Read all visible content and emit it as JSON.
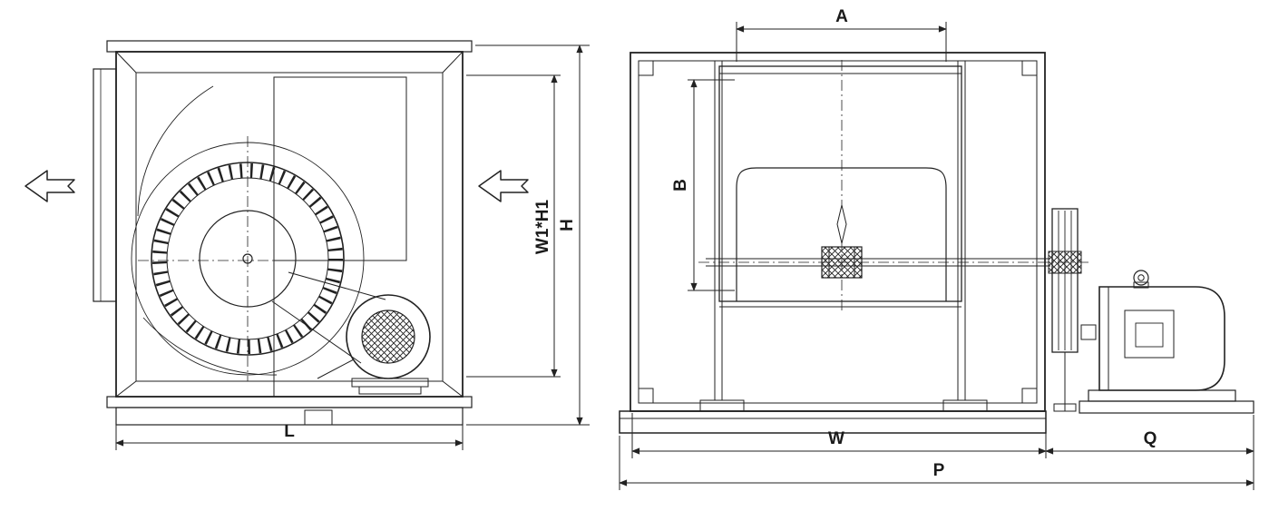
{
  "drawing": {
    "kind": "fan-cabinet-dimension-drawing",
    "views": {
      "left": {
        "dims": {
          "L": "L",
          "H": "H",
          "W1H1": "W1*H1"
        }
      },
      "right": {
        "dims": {
          "A": "A",
          "B": "B",
          "W": "W",
          "Q": "Q",
          "P": "P"
        }
      }
    }
  }
}
